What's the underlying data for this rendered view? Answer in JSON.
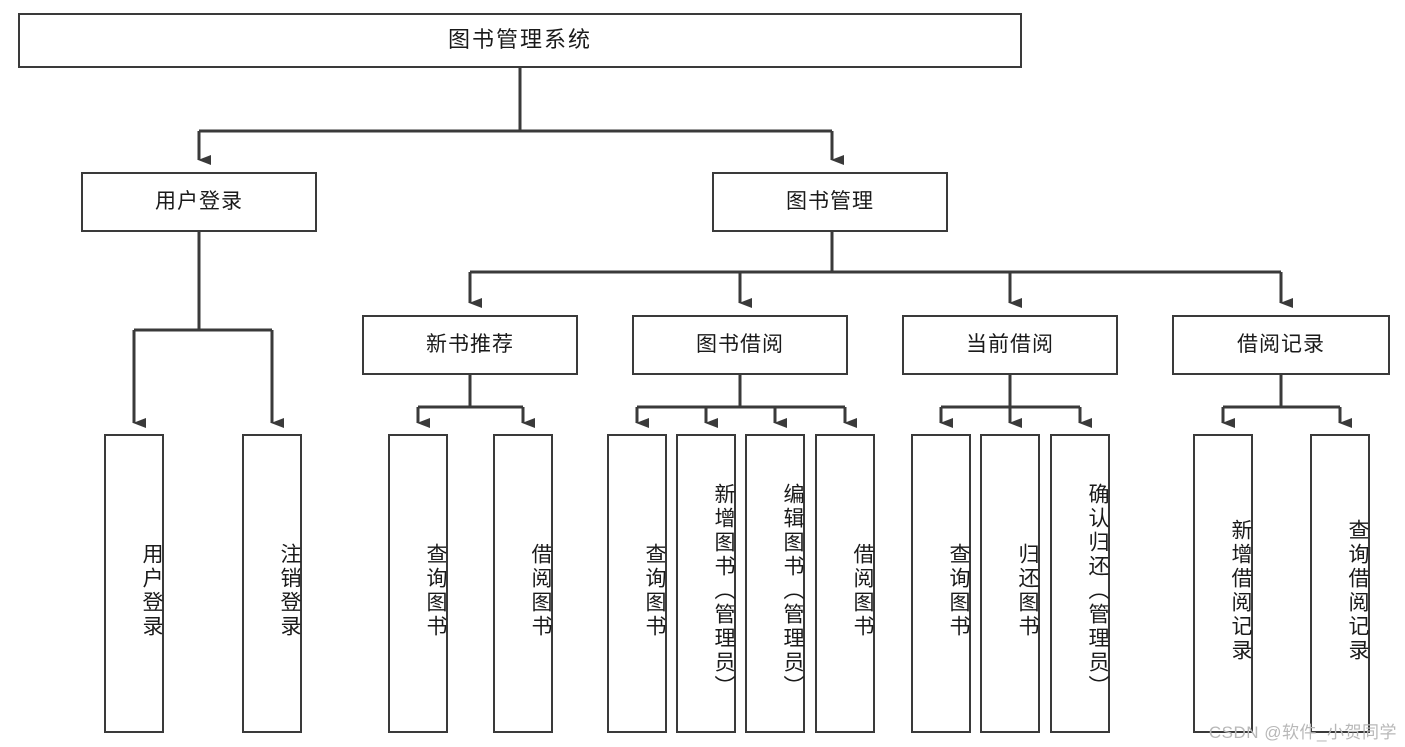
{
  "diagram": {
    "title": "图书管理系统",
    "type": "tree",
    "watermark": "CSDN @软件_小贺同学",
    "colors": {
      "stroke": "#3a3a3a",
      "fill": "#ffffff",
      "text": "#1a1a1a",
      "watermark": "#b8b8b8"
    },
    "nodes": {
      "root": "图书管理系统",
      "level2": {
        "user_login": "用户登录",
        "book_manage": "图书管理"
      },
      "level3": {
        "new_book_rec": "新书推荐",
        "book_borrow": "图书借阅",
        "current_borrow": "当前借阅",
        "borrow_record": "借阅记录"
      },
      "level4": {
        "user_login_leaf": "用户登录",
        "logout_leaf": "注销登录",
        "rec_query_book": "查询图书",
        "rec_borrow_book": "借阅图书",
        "borrow_query_book": "查询图书",
        "borrow_add_book": "新增图书（管理员）",
        "borrow_edit_book": "编辑图书（管理员）",
        "borrow_borrow_book": "借阅图书",
        "cur_query_book": "查询图书",
        "cur_return_book": "归还图书",
        "cur_confirm_return": "确认归还（管理员）",
        "rec_add_record": "新增借阅记录",
        "rec_query_record": "查询借阅记录"
      }
    },
    "edges": [
      {
        "from": "root",
        "to": "user_login"
      },
      {
        "from": "root",
        "to": "book_manage"
      },
      {
        "from": "user_login",
        "to": "user_login_leaf"
      },
      {
        "from": "user_login",
        "to": "logout_leaf"
      },
      {
        "from": "book_manage",
        "to": "new_book_rec"
      },
      {
        "from": "book_manage",
        "to": "book_borrow"
      },
      {
        "from": "book_manage",
        "to": "current_borrow"
      },
      {
        "from": "book_manage",
        "to": "borrow_record"
      },
      {
        "from": "new_book_rec",
        "to": "rec_query_book"
      },
      {
        "from": "new_book_rec",
        "to": "rec_borrow_book"
      },
      {
        "from": "book_borrow",
        "to": "borrow_query_book"
      },
      {
        "from": "book_borrow",
        "to": "borrow_add_book"
      },
      {
        "from": "book_borrow",
        "to": "borrow_edit_book"
      },
      {
        "from": "book_borrow",
        "to": "borrow_borrow_book"
      },
      {
        "from": "current_borrow",
        "to": "cur_query_book"
      },
      {
        "from": "current_borrow",
        "to": "cur_return_book"
      },
      {
        "from": "current_borrow",
        "to": "cur_confirm_return"
      },
      {
        "from": "borrow_record",
        "to": "rec_add_record"
      },
      {
        "from": "borrow_record",
        "to": "rec_query_record"
      }
    ]
  }
}
